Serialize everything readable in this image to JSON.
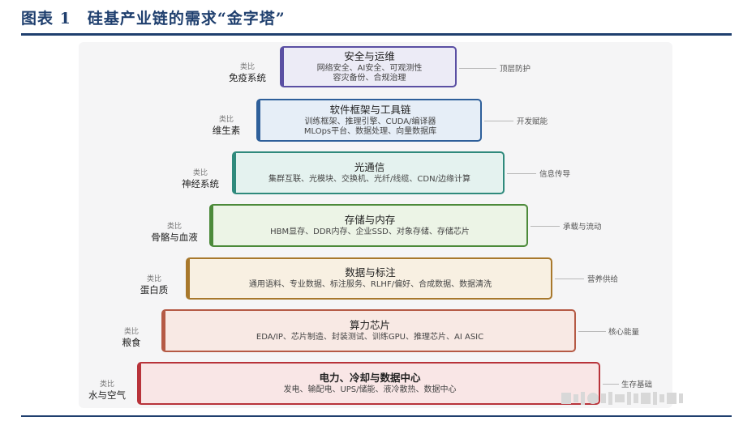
{
  "figure": {
    "title": "图表 1　硅基产业链的需求“金字塔”"
  },
  "tiers": [
    {
      "title": "安全与运维",
      "items": [
        "网络安全、AI安全、可观测性",
        "容灾备份、合规治理"
      ],
      "analog_label": "类比",
      "analog": "免疫系统",
      "role": "顶层防护",
      "color": "#5a4fa3",
      "bg": "#ecebf6"
    },
    {
      "title": "软件框架与工具链",
      "items": [
        "训练框架、推理引擎、CUDA/编译器",
        "MLOps平台、数据处理、向量数据库"
      ],
      "analog_label": "类比",
      "analog": "维生素",
      "role": "开发赋能",
      "color": "#2e5f9a",
      "bg": "#e6eef7"
    },
    {
      "title": "光通信",
      "items": [
        "集群互联、光模块、交换机、光纤/线缆、CDN/边缘计算"
      ],
      "analog_label": "类比",
      "analog": "神经系统",
      "role": "信息传导",
      "color": "#2f8a7c",
      "bg": "#e4f2ef"
    },
    {
      "title": "存储与内存",
      "items": [
        "HBM显存、DDR内存、企业SSD、对象存储、存储芯片"
      ],
      "analog_label": "类比",
      "analog": "骨骼与血液",
      "role": "承载与流动",
      "color": "#4c8a3a",
      "bg": "#ecf4e6"
    },
    {
      "title": "数据与标注",
      "items": [
        "通用语料、专业数据、标注服务、RLHF/偏好、合成数据、数据清洗"
      ],
      "analog_label": "类比",
      "analog": "蛋白质",
      "role": "营养供给",
      "color": "#a8782c",
      "bg": "#f8f0e2"
    },
    {
      "title": "算力芯片",
      "items": [
        "EDA/IP、芯片制造、封装测试、训练GPU、推理芯片、AI ASIC"
      ],
      "analog_label": "类比",
      "analog": "粮食",
      "role": "核心能量",
      "color": "#b55a45",
      "bg": "#f8e9e4"
    },
    {
      "title": "电力、冷却与数据中心",
      "items": [
        "发电、输配电、UPS/储能、液冷散热、数据中心"
      ],
      "analog_label": "类比",
      "analog": "水与空气",
      "role": "生存基础",
      "color": "#b8333a",
      "bg": "#f9e6e6"
    }
  ]
}
